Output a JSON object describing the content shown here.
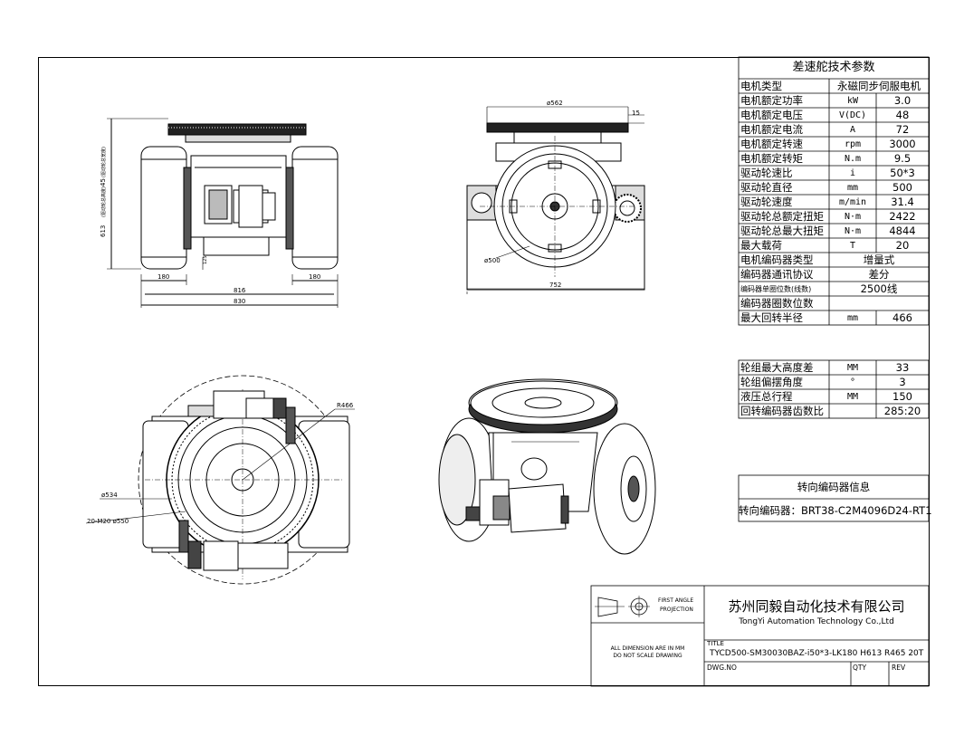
{
  "table1": {
    "title": "差速舵技术参数",
    "rows": [
      {
        "name": "电机类型",
        "unit": "永磁同步伺服电机",
        "value": ""
      },
      {
        "name": "电机额定功率",
        "unit": "kW",
        "value": "3.0"
      },
      {
        "name": "电机额定电压",
        "unit": "V(DC)",
        "value": "48"
      },
      {
        "name": "电机额定电流",
        "unit": "A",
        "value": "72"
      },
      {
        "name": "电机额定转速",
        "unit": "rpm",
        "value": "3000"
      },
      {
        "name": "电机额定转矩",
        "unit": "N.m",
        "value": "9.5"
      },
      {
        "name": "驱动轮速比",
        "unit": "i",
        "value": "50*3"
      },
      {
        "name": "驱动轮直径",
        "unit": "mm",
        "value": "500"
      },
      {
        "name": "驱动轮速度",
        "unit": "m/min",
        "value": "31.4"
      },
      {
        "name": "驱动轮总额定扭矩",
        "unit": "N·m",
        "value": "2422"
      },
      {
        "name": "驱动轮总最大扭矩",
        "unit": "N·m",
        "value": "4844"
      },
      {
        "name": "最大载荷",
        "unit": "T",
        "value": "20"
      },
      {
        "name": "电机编码器类型",
        "unit": "增量式",
        "value": ""
      },
      {
        "name": "编码器通讯协议",
        "unit": "差分",
        "value": ""
      },
      {
        "name": "编码器单圈位数(线数)",
        "unit": "2500线",
        "value": ""
      },
      {
        "name": "编码器圈数位数",
        "unit": "",
        "value": ""
      },
      {
        "name": "最大回转半径",
        "unit": "mm",
        "value": "466"
      }
    ]
  },
  "table2": {
    "rows": [
      {
        "name": "轮组最大高度差",
        "unit": "MM",
        "value": "33"
      },
      {
        "name": "轮组偏摆角度",
        "unit": "°",
        "value": "3"
      },
      {
        "name": "液压总行程",
        "unit": "MM",
        "value": "150"
      },
      {
        "name": "回转编码器齿数比",
        "unit": "",
        "value": "285:20"
      }
    ]
  },
  "encoder_box": {
    "title": "转向编码器信息",
    "text": "转向编码器：BRT38-C2M4096D24-RT1"
  },
  "title_block": {
    "projection_label_1": "FIRST ANGLE",
    "projection_label_2": "PROJECTION",
    "company_cn": "苏州同毅自动化技术有限公司",
    "company_en": "TongYi Automation Technology Co.,Ltd",
    "title_label": "TITLE",
    "title_value": "TYCD500-SM30030BAZ-i50*3-LK180 H613 R465 20T",
    "note_1": "ALL DIMENSION ARE IN MM",
    "note_2": "DO NOT SCALE DRAWING",
    "dwg_label": "DWG.NO",
    "qty_label": "QTY",
    "rev_label": "REV"
  },
  "dimensions": {
    "front_height": "613",
    "front_height_note": "(驱动轮总高度)",
    "front_45": "45",
    "front_45_note": "(驱动轮总宽度)",
    "wheel_width_left": "180",
    "wheel_width_right": "180",
    "inner_width": "816",
    "overall_width": "830",
    "front_small": "125",
    "side_top": "ø562",
    "side_15": "15",
    "side_wheel": "ø500",
    "side_width": "752",
    "plan_radius": "R466",
    "plan_diameter": "ø534",
    "plan_holes": "20-M20 ø550"
  }
}
